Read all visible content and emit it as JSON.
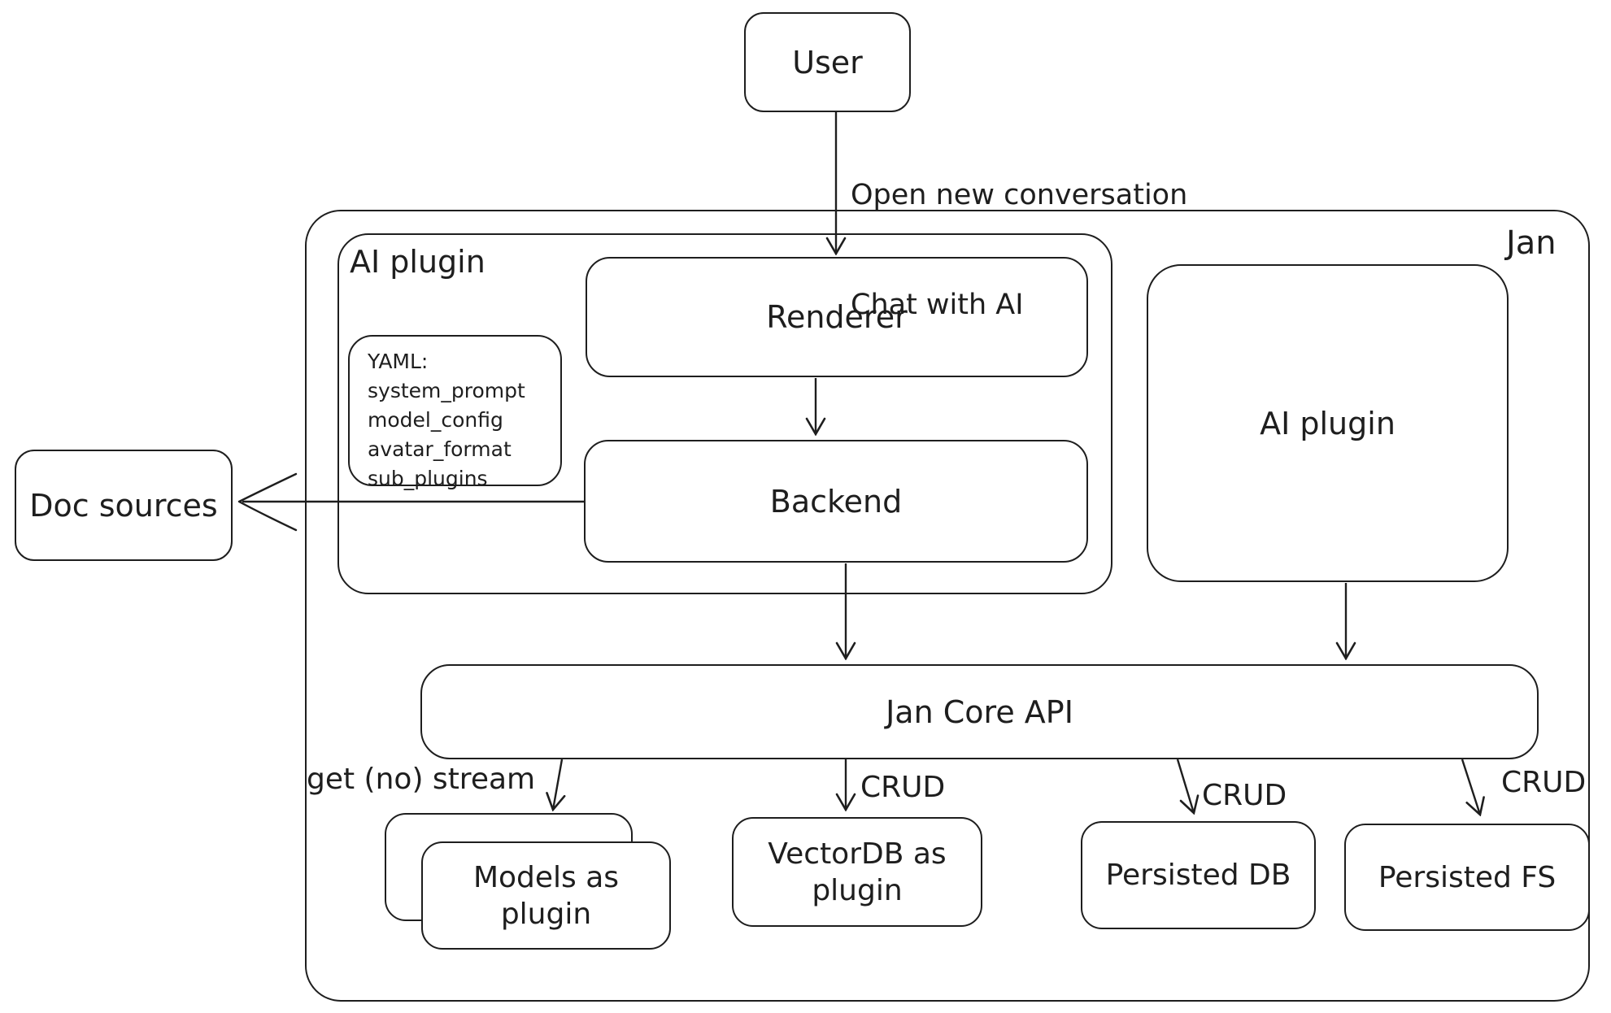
{
  "diagram": {
    "colors": {
      "stroke": "#1e1e1e",
      "background": "#ffffff"
    },
    "nodes": {
      "user": {
        "label": "User"
      },
      "jan_container": {
        "label": "Jan"
      },
      "ai_plugin_container": {
        "label": "AI plugin"
      },
      "renderer": {
        "label": "Renderer"
      },
      "yaml_note": {
        "lines": [
          "YAML:",
          "system_prompt",
          "model_config",
          "avatar_format",
          "sub_plugins"
        ]
      },
      "backend": {
        "label": "Backend"
      },
      "doc_sources": {
        "label": "Doc sources"
      },
      "ai_plugin_right": {
        "label": "AI plugin"
      },
      "jan_core_api": {
        "label": "Jan Core API"
      },
      "models_as_plugin": {
        "label": "Models as plugin"
      },
      "vectordb_as_plugin": {
        "label": "VectorDB as plugin"
      },
      "persisted_db": {
        "label": "Persisted DB"
      },
      "persisted_fs": {
        "label": "Persisted FS"
      }
    },
    "edges": {
      "user_to_renderer": {
        "label_lines": [
          "Open new conversation",
          "Chat with AI"
        ]
      },
      "core_to_models": {
        "label": "get (no) stream"
      },
      "core_to_vectordb": {
        "label": "CRUD"
      },
      "core_to_persisted_db": {
        "label": "CRUD"
      },
      "core_to_persisted_fs": {
        "label": "CRUD"
      }
    }
  }
}
